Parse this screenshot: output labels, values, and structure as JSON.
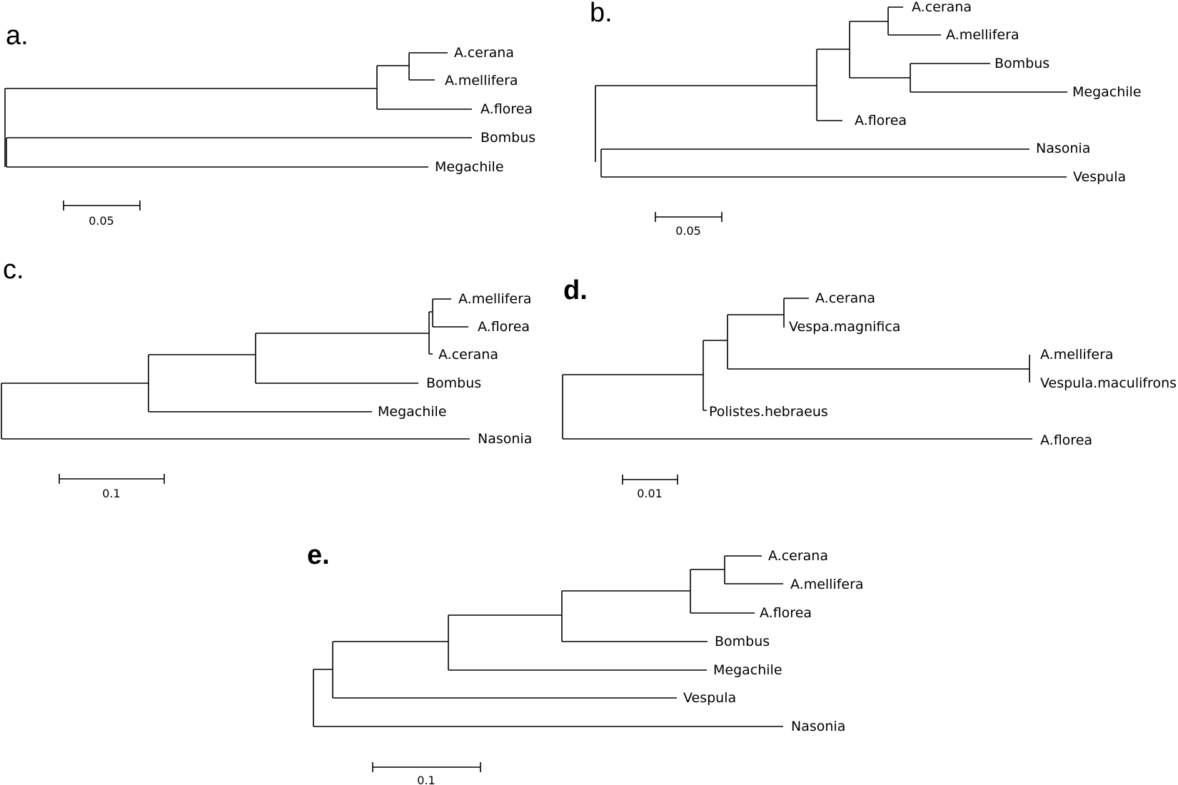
{
  "panels": [
    {
      "id": "a",
      "label": "a.",
      "scale_bar": "0.05",
      "taxa": [
        "A.cerana",
        "A.mellifera",
        "A.florea",
        "Bombus",
        "Megachile"
      ]
    },
    {
      "id": "b",
      "label": "b.",
      "scale_bar": "0.05",
      "taxa": [
        "A.cerana",
        "A.mellifera",
        "Bombus",
        "Megachile",
        "A.florea",
        "Nasonia",
        "Vespula"
      ]
    },
    {
      "id": "c",
      "label": "c.",
      "scale_bar": "0.1",
      "taxa": [
        "A.mellifera",
        "A.florea",
        "A.cerana",
        "Bombus",
        "Megachile",
        "Nasonia"
      ]
    },
    {
      "id": "d",
      "label": "d.",
      "scale_bar": "0.01",
      "taxa": [
        "A.cerana",
        "Vespa.magnifica",
        "A.mellifera",
        "Vespula.maculifrons",
        "Polistes.hebraeus",
        "A.florea"
      ]
    },
    {
      "id": "e",
      "label": "e.",
      "scale_bar": "0.1",
      "taxa": [
        "A.cerana",
        "A.mellifera",
        "A.florea",
        "Bombus",
        "Megachile",
        "Vespula",
        "Nasonia"
      ]
    }
  ]
}
